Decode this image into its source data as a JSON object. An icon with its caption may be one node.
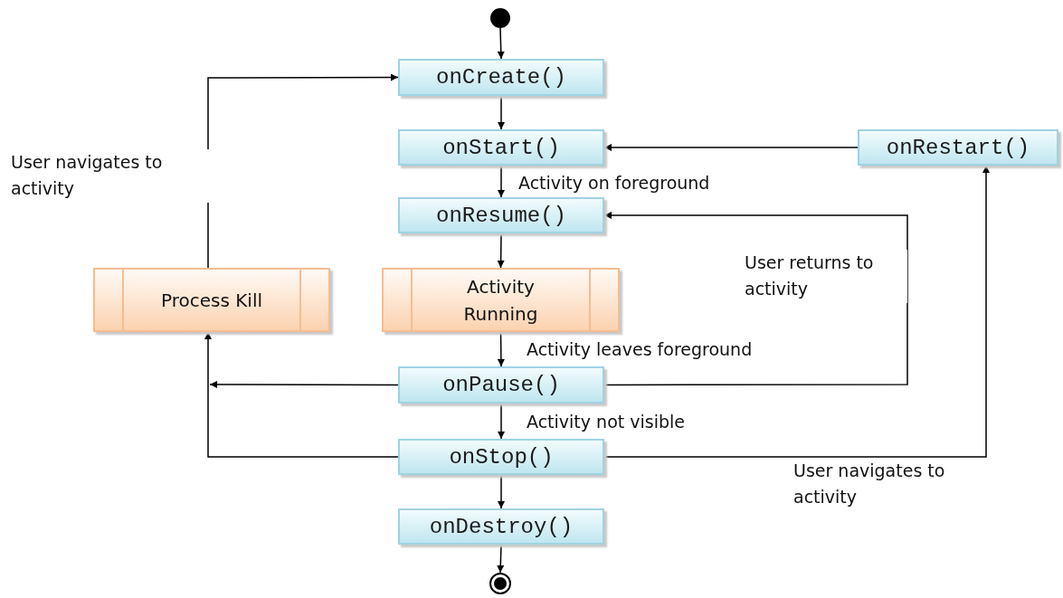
{
  "diagram": {
    "nodes": [
      {
        "text": [],
        "shape": "circle"
      },
      {
        "text": [
          "onCreate()"
        ]
      },
      {
        "text": [
          "onStart()"
        ]
      },
      {
        "text": [
          "onRestart()"
        ]
      },
      {
        "text": [
          "onResume()"
        ]
      },
      {
        "text": [
          "Process Kill"
        ]
      },
      {
        "text": [
          "Activity Running"
        ]
      },
      {
        "text": [
          "onPause()"
        ]
      },
      {
        "text": [
          "onStop()"
        ]
      },
      {
        "text": [
          "onDestroy()"
        ]
      },
      {
        "text": [],
        "shape": "bullseye"
      }
    ],
    "edges": [
      {
        "from": 0,
        "to": 1,
        "arrow": "to"
      },
      {
        "from": 1,
        "to": 2,
        "arrow": "to"
      },
      {
        "from": 2,
        "to": 4,
        "arrow": "to",
        "label": "Activity on foreground"
      },
      {
        "from": 3,
        "to": 2,
        "arrow": "to"
      },
      {
        "from": 4,
        "to": 6,
        "arrow": "to"
      },
      {
        "from": 6,
        "to": 7,
        "arrow": "to",
        "label": "Activity leaves foreground"
      },
      {
        "from": 7,
        "to": 4,
        "arrow": "to",
        "label": "User returns to activity"
      },
      {
        "from": 7,
        "to": 5,
        "arrow": "to"
      },
      {
        "from": 7,
        "to": 8,
        "arrow": "to",
        "label": "Activity not visible"
      },
      {
        "from": 8,
        "to": 5,
        "arrow": "to"
      },
      {
        "from": 8,
        "to": 3,
        "arrow": "to",
        "label": "User navigates to activity"
      },
      {
        "from": 8,
        "to": 9,
        "arrow": "to"
      },
      {
        "from": 9,
        "to": 10,
        "arrow": "to"
      },
      {
        "from": 5,
        "to": 1,
        "arrow": "to",
        "label": "User navigates to activity"
      }
    ]
  }
}
